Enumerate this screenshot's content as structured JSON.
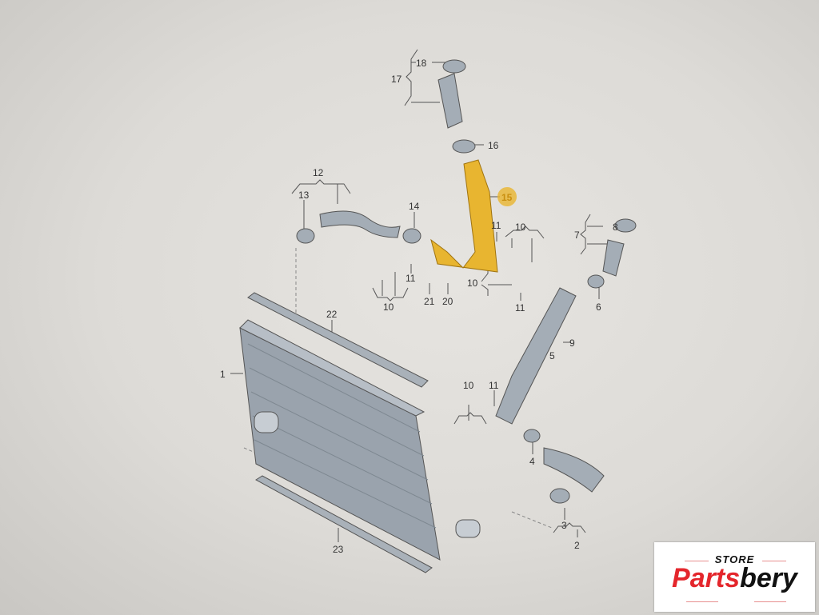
{
  "diagram": {
    "highlight_color": "#e8b530",
    "callouts": [
      "18",
      "17",
      "16",
      "15",
      "12",
      "13",
      "14",
      "11",
      "10",
      "8",
      "7",
      "11",
      "10",
      "21",
      "20",
      "10",
      "11",
      "6",
      "9",
      "5",
      "22",
      "1",
      "10",
      "11",
      "4",
      "3",
      "2",
      "23"
    ]
  },
  "watermark": {
    "top": "STORE",
    "brand_red": "Parts",
    "brand_black": "bery"
  }
}
